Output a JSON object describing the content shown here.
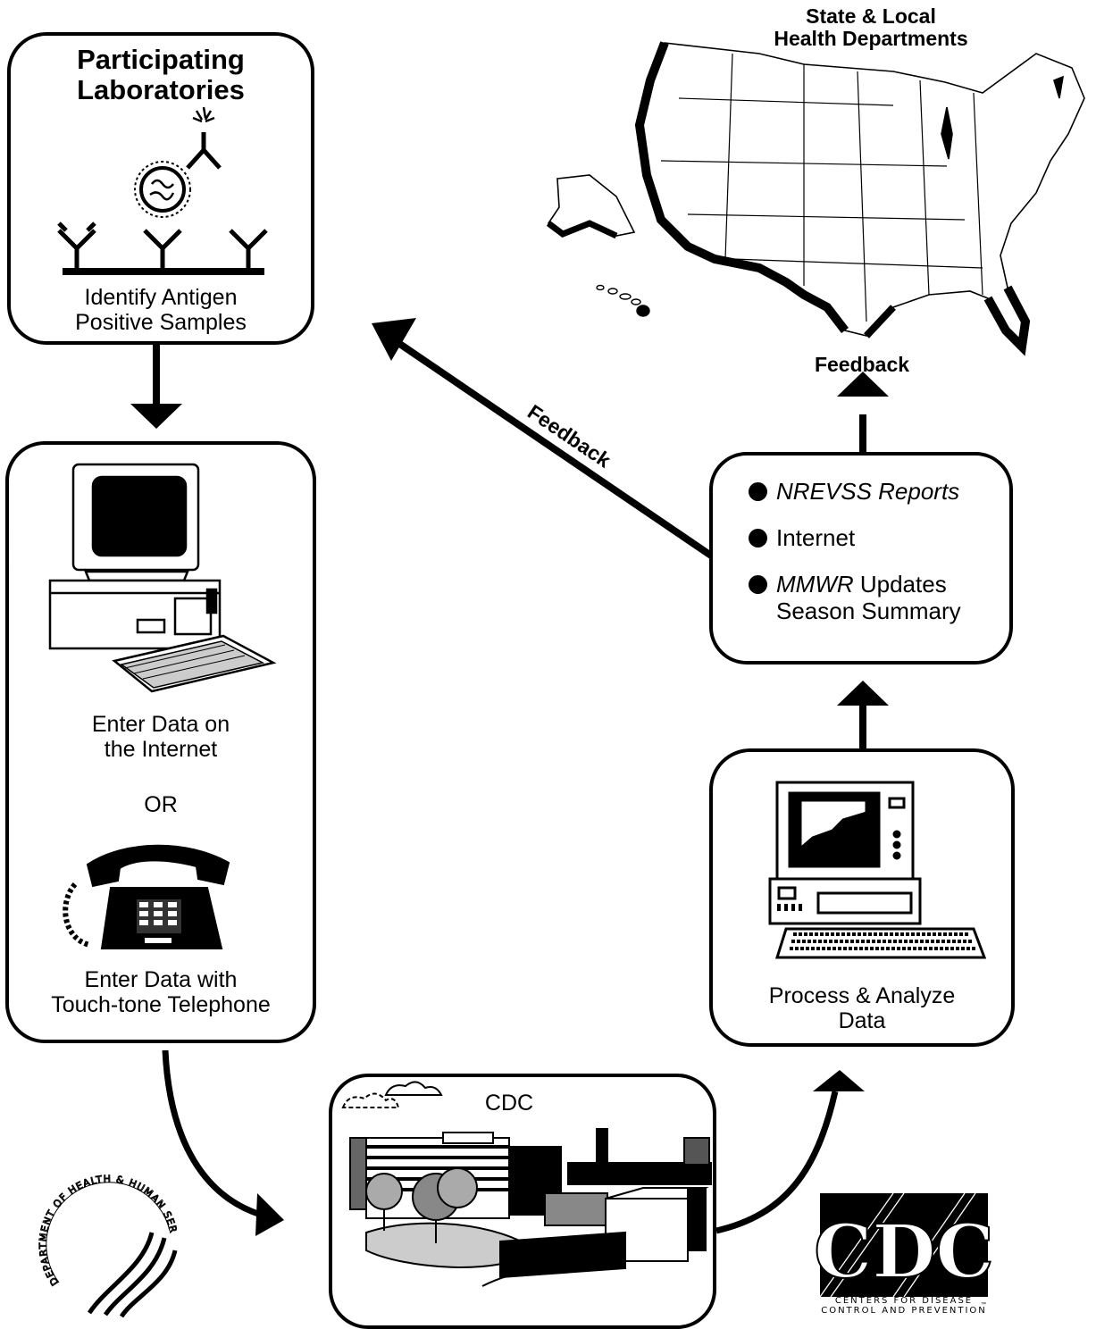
{
  "lab_box": {
    "title_line1": "Participating",
    "title_line2": "Laboratories",
    "caption_line1": "Identify Antigen",
    "caption_line2": "Positive Samples"
  },
  "entry_box": {
    "internet_line1": "Enter Data on",
    "internet_line2": "the Internet",
    "or_label": "OR",
    "phone_line1": "Enter Data with",
    "phone_line2": "Touch-tone Telephone"
  },
  "cdc_box": {
    "label": "CDC"
  },
  "process_box": {
    "line1": "Process & Analyze",
    "line2": "Data"
  },
  "reports_box": {
    "item1": "NREVSS Reports",
    "item2": "Internet",
    "item3_italic": "MMWR",
    "item3_rest": " Updates",
    "item3_line2": "Season Summary"
  },
  "map": {
    "title_line1": "State & Local",
    "title_line2": "Health Departments"
  },
  "feedback_labels": {
    "diagonal": "Feedback",
    "vertical": "Feedback"
  },
  "hhs_seal": {
    "text": "DEPARTMENT OF HEALTH & HUMAN SERVICES·USA"
  },
  "cdc_logo": {
    "mark": "CDC",
    "tm": "™",
    "line1": "CENTERS FOR DISEASE",
    "line2": "CONTROL AND PREVENTION"
  }
}
